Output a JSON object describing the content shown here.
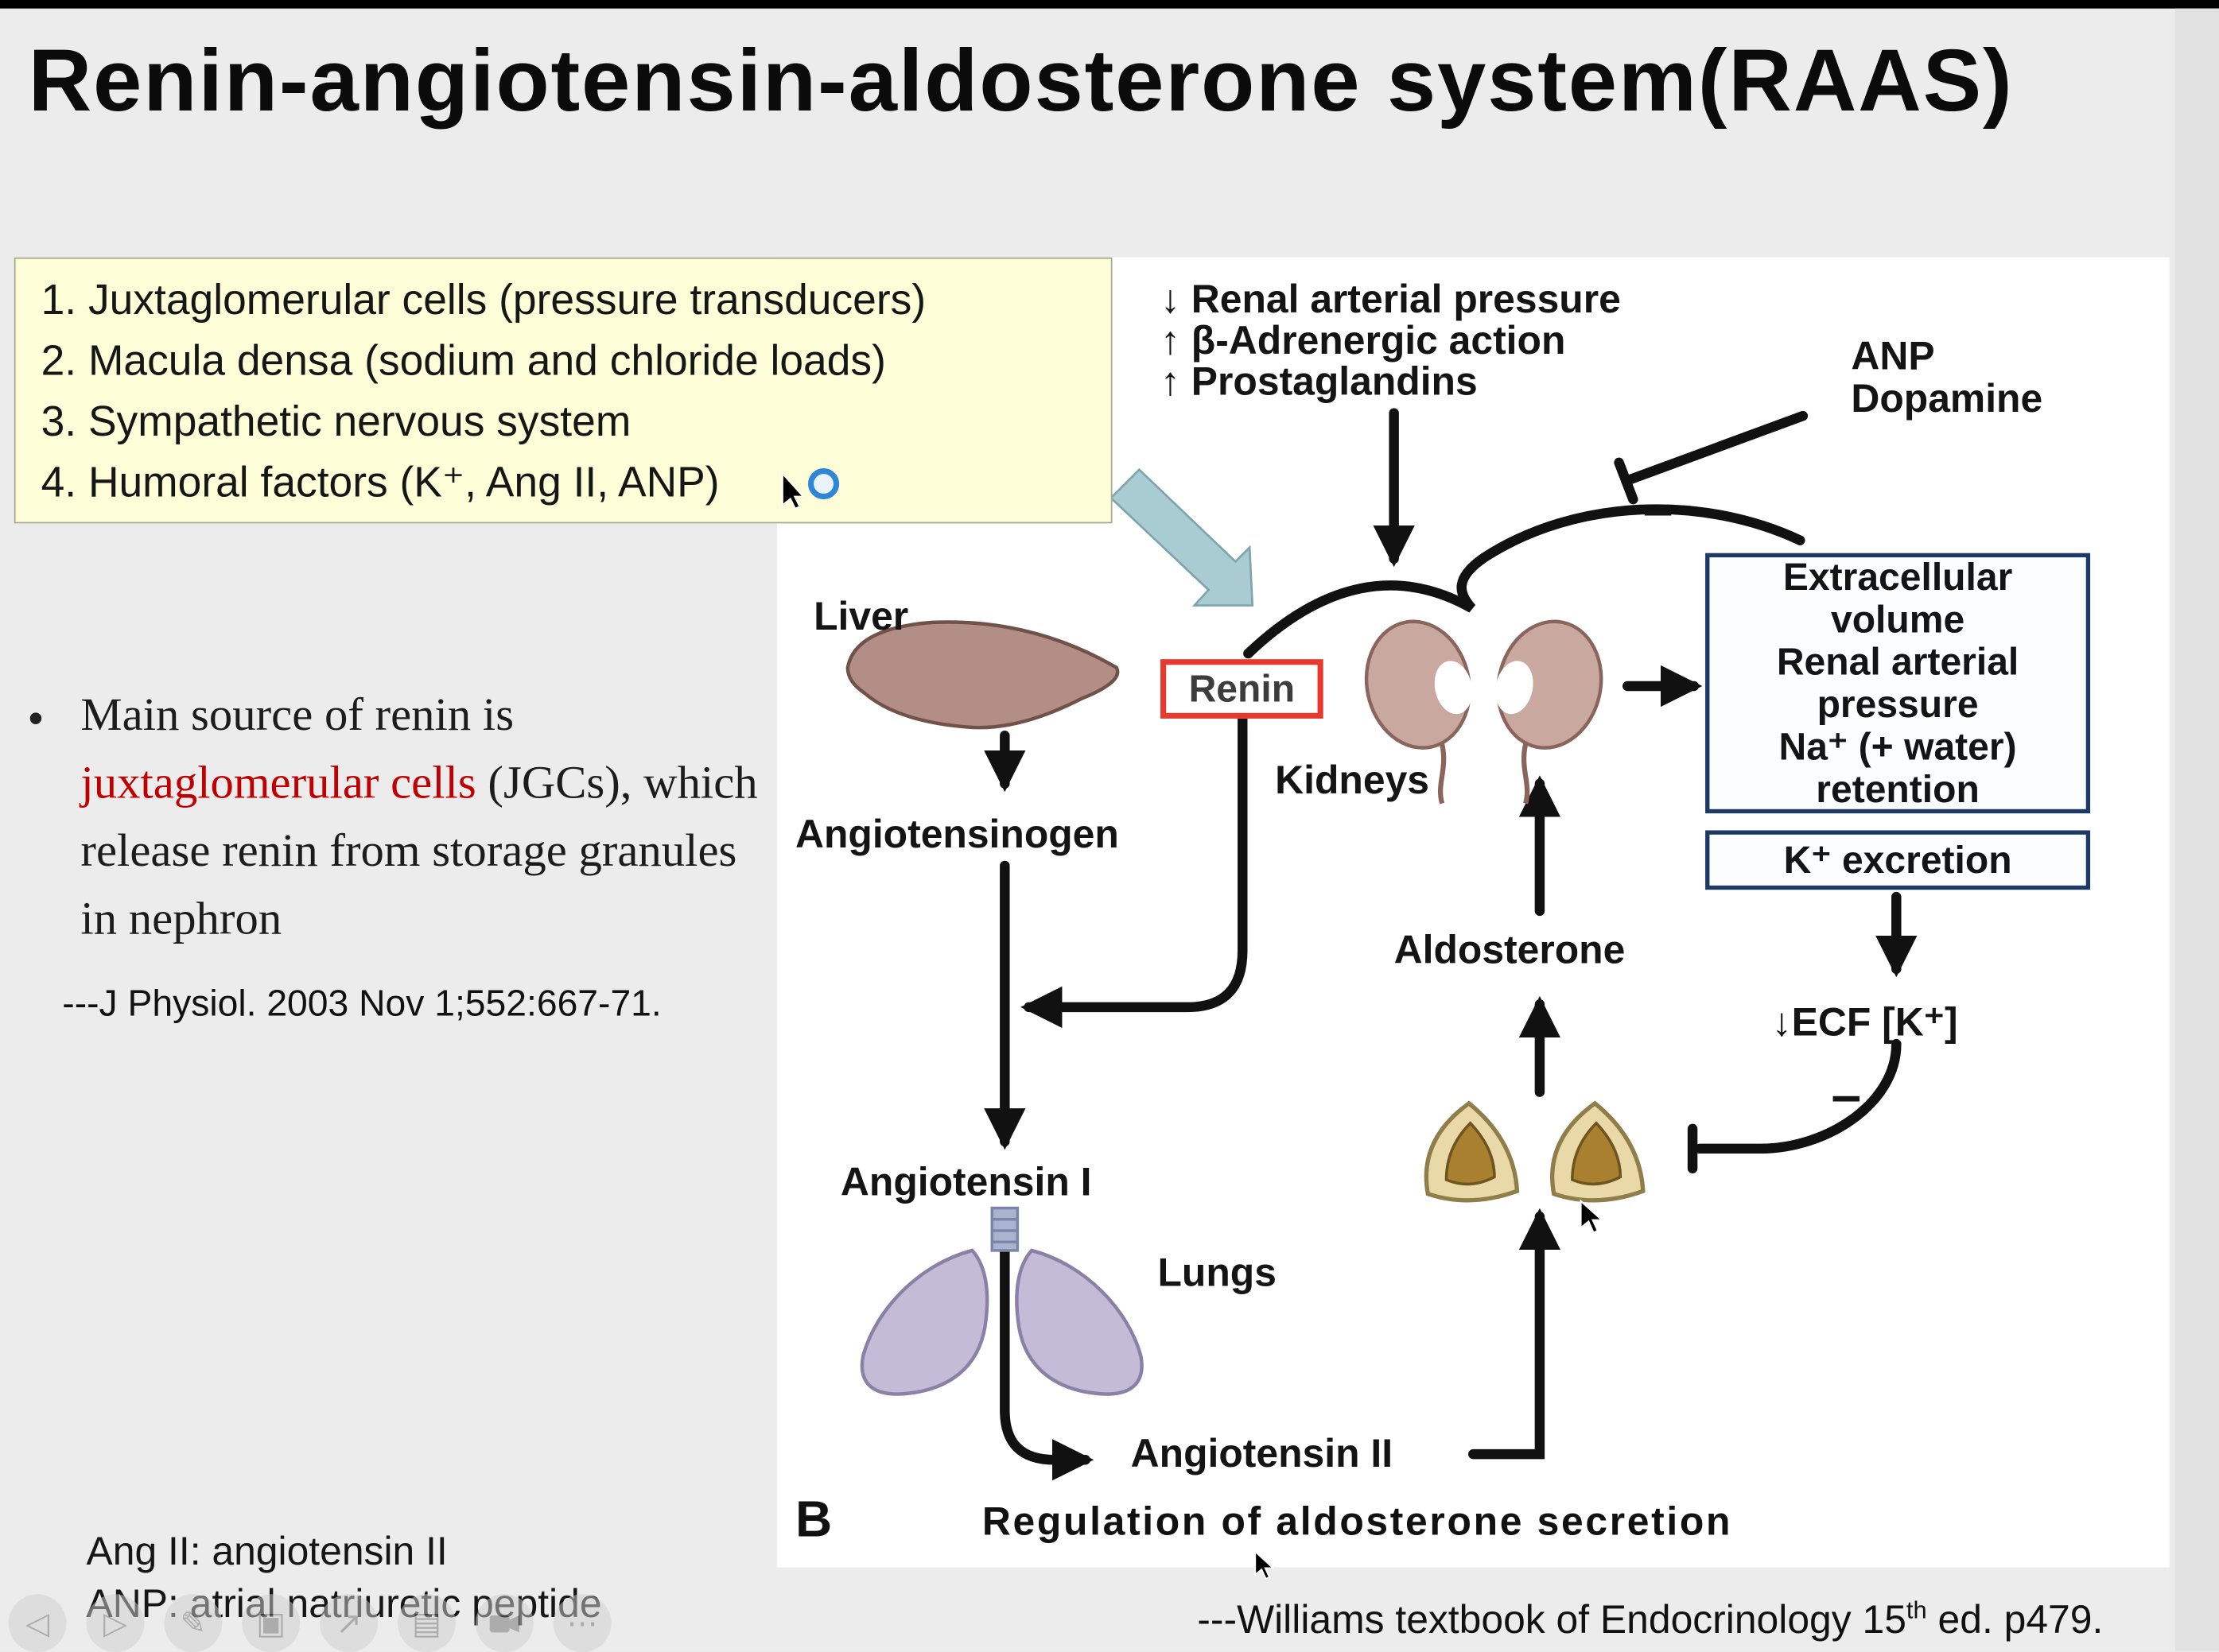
{
  "title": "Renin-angiotensin-aldosterone system(RAAS)",
  "yellow_box": {
    "items": [
      "1. Juxtaglomerular cells (pressure transducers)",
      "2. Macula densa (sodium and chloride loads)",
      "3. Sympathetic nervous system",
      "4. Humoral factors (K⁺, Ang II, ANP)"
    ]
  },
  "main_note": {
    "bullet": "•",
    "part1": "Main source of renin is ",
    "highlight": "juxtaglomerular cells",
    "part2": " (JGCs), which release renin from storage granules in nephron",
    "citation": "---J Physiol. 2003 Nov 1;552:667-71."
  },
  "abbreviations": {
    "line1": "Ang II: angiotensin II",
    "line2": "ANP: atrial natriuretic peptide"
  },
  "source": {
    "pre": "---Williams textbook of Endocrinology 15",
    "sup": "th",
    "post": " ed. p479."
  },
  "diagram": {
    "stimulators": [
      "↓ Renal arterial pressure",
      "↑ β-Adrenergic action",
      "↑ Prostaglandins"
    ],
    "inhibitor_line1": "ANP",
    "inhibitor_line2": "Dopamine",
    "renin": "Renin",
    "liver": "Liver",
    "kidneys": "Kidneys",
    "angiotensinogen": "Angiotensinogen",
    "angiotensin_I": "Angiotensin I",
    "lungs": "Lungs",
    "angiotensin_II": "Angiotensin II",
    "aldosterone": "Aldosterone",
    "volume_box": "Extracellular\nvolume\nRenal arterial\npressure\nNa⁺ (+ water)\nretention",
    "excretion_box": "K⁺ excretion",
    "ecf": "↓ECF [K⁺]",
    "minus_anp": "–",
    "minus_ecf": "–",
    "panel_letter": "B",
    "caption": "Regulation of aldosterone secretion"
  },
  "toolbar": {
    "icons": [
      {
        "name": "previous",
        "glyph": "◁"
      },
      {
        "name": "next",
        "glyph": "▷"
      },
      {
        "name": "pen",
        "glyph": "✎"
      },
      {
        "name": "copy",
        "glyph": "▣"
      },
      {
        "name": "share",
        "glyph": "↗"
      },
      {
        "name": "notes",
        "glyph": "▤"
      },
      {
        "name": "camera",
        "glyph": ""
      },
      {
        "name": "more",
        "glyph": "⋯"
      }
    ]
  },
  "colors": {
    "renin_border": "#e8392e",
    "highlight_red": "#c00000",
    "yellow_bg": "#fdfdd8",
    "box_border": "#1c3a63",
    "teal_arrow": "#a9ccd2",
    "arrow_black": "#111111"
  }
}
